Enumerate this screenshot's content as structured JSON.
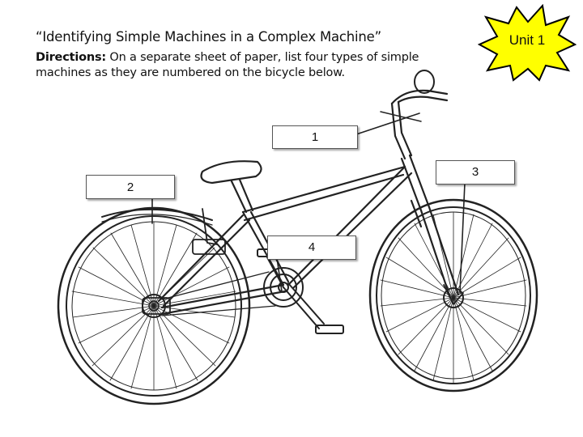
{
  "header": {
    "title": "“Identifying Simple Machines in a Complex Machine”",
    "directions_label": "Directions:",
    "directions_text": " On a separate sheet of paper, list four types of simple machines as they are numbered on the bicycle below."
  },
  "badge": {
    "label": "Unit 1",
    "fill_color": "#ffff00",
    "stroke_color": "#000000"
  },
  "callouts": [
    {
      "number": "1"
    },
    {
      "number": "2"
    },
    {
      "number": "3"
    },
    {
      "number": "4"
    }
  ],
  "illustration": {
    "icon": "bicycle-line-drawing-icon"
  }
}
